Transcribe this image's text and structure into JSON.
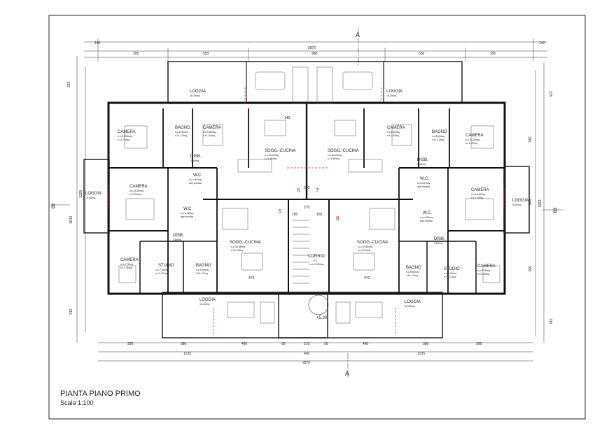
{
  "drawing": {
    "title": "PIANTA PIANO PRIMO",
    "scale": "Scala 1:100",
    "section_markers": {
      "a_top": "A",
      "a_bottom": "A",
      "b_left": "B",
      "b_right": "B"
    },
    "level_mark": "+5.30"
  },
  "dimensions": {
    "top_total": "2870",
    "top_left": "140",
    "top_right": "140",
    "top_seg_395_l": "395",
    "top_seg_550_l": "550",
    "top_seg_980": "980",
    "top_seg_550_r": "550",
    "top_seg_395_r": "395",
    "bot_395_l": "395",
    "bot_380_l": "380",
    "bot_460_l": "460",
    "bot_95_l": "95",
    "bot_210": "210",
    "bot_95_r": "95",
    "bot_460_r": "460",
    "bot_380_r": "380",
    "bot_395_r": "395",
    "bot_1235_l": "1235",
    "bot_400": "400",
    "bot_1235_r": "1235",
    "bot_total": "2870",
    "left_315_top": "315",
    "left_1325": "1325",
    "left_1640": "1640",
    "left_315_bot": "315",
    "right_315_top": "315",
    "right_390_top": "390",
    "right_545": "545",
    "right_1325": "1325",
    "right_390_bot": "390",
    "right_315_bot": "315",
    "inner_140": "140",
    "inner_270_top": "270",
    "inner_270": "270",
    "inner_150_l": "150",
    "inner_150_r": "150",
    "inner_470_l": "470",
    "inner_470_r": "470"
  },
  "rooms": [
    {
      "id": "loggia-top-left",
      "name": "LOGGIA",
      "area": "18.35mq."
    },
    {
      "id": "loggia-top-right",
      "name": "LOGGIA",
      "area": "18.35mq."
    },
    {
      "id": "camera-1",
      "name": "CAMERA",
      "area": "s.u.14.26mq.",
      "light": "s.f.1.76mq."
    },
    {
      "id": "bagno-1",
      "name": "BAGNO",
      "area": "s.u.5.40mq.",
      "light": "s.f.1.12mq."
    },
    {
      "id": "camera-2",
      "name": "CAMERA",
      "area": "s.u.9.80mq.",
      "light": "s.f.1.92mq."
    },
    {
      "id": "sogg-cucina-1",
      "name": "SOGG.-CUCINA",
      "area": "s.u.33.20mq.",
      "light": "s.f.4.80mq."
    },
    {
      "id": "sogg-cucina-2",
      "name": "SOGG.-CUCINA",
      "area": "s.u.33.20mq.",
      "light": "s.f.4.80mq."
    },
    {
      "id": "camera-3",
      "name": "CAMERA",
      "area": "s.u.9.80mq.",
      "light": "s.f.1.92mq."
    },
    {
      "id": "bagno-2",
      "name": "BAGNO",
      "area": "s.u.5.40mq.",
      "light": "s.f.1.12mq."
    },
    {
      "id": "camera-4",
      "name": "CAMERA",
      "area": "s.u.14.26mq.",
      "light": "s.f.1.76mq."
    },
    {
      "id": "disb-1",
      "name": "DISB.",
      "area": "2.30mq."
    },
    {
      "id": "wc-1",
      "name": "W.C.",
      "area": "s.u.4.87mq.",
      "light": "asp.forzata"
    },
    {
      "id": "disb-2",
      "name": "DISB.",
      "area": "2.30mq."
    },
    {
      "id": "wc-2",
      "name": "W.C.",
      "area": "s.u.4.87mq.",
      "light": "asp.forzata"
    },
    {
      "id": "camera-5",
      "name": "CAMERA",
      "area": "s.u.16.80mq.",
      "light": "s.f.2.04mq."
    },
    {
      "id": "loggia-left",
      "name": "LOGGIA",
      "area": "5.82mq."
    },
    {
      "id": "wc-3",
      "name": "W.C.",
      "area": "s.u.4.35mq.",
      "light": "asp.forzata"
    },
    {
      "id": "disb-3",
      "name": "DISB.",
      "area": "3.80mq."
    },
    {
      "id": "sogg-cucina-3",
      "name": "SOGG.-CUCINA",
      "area": "s.u.30.86mq.",
      "light": "s.f.5.76mq."
    },
    {
      "id": "corrid",
      "name": "CORRID.",
      "area": "P.T.",
      "light": "s.u.14.90mq."
    },
    {
      "id": "sogg-cucina-4",
      "name": "SOGG.-CUCINA",
      "area": "s.u.30.86mq.",
      "light": "s.f.5.76mq."
    },
    {
      "id": "wc-4",
      "name": "W.C.",
      "area": "s.u.4.35mq.",
      "light": "asp.forzata"
    },
    {
      "id": "disb-4",
      "name": "DISB.",
      "area": "3.80mq."
    },
    {
      "id": "camera-6",
      "name": "CAMERA",
      "area": "s.u.16.80mq.",
      "light": "s.f.2.04mq."
    },
    {
      "id": "loggia-right",
      "name": "LOGGIA",
      "area": "5.82mq."
    },
    {
      "id": "camera-7",
      "name": "CAMERA",
      "area": "s.u.9.76mq.",
      "light": "s.f.1.26mq."
    },
    {
      "id": "studio-1",
      "name": "STUDIO",
      "area": "s.u.7.40mq.",
      "light": "s.f.1.12mq."
    },
    {
      "id": "bagno-3",
      "name": "BAGNO",
      "area": "s.u.5.60mq.",
      "light": "s.f.1.12mq."
    },
    {
      "id": "bagno-4",
      "name": "BAGNO",
      "area": "s.u.5.60mq.",
      "light": "s.f.1.12mq."
    },
    {
      "id": "studio-2",
      "name": "STUDIO",
      "area": "s.u.7.40mq.",
      "light": "s.f.1.12mq."
    },
    {
      "id": "camera-8",
      "name": "CAMERA",
      "area": "s.u.9.76mq.",
      "light": "s.f.1.26mq."
    },
    {
      "id": "loggia-bottom-left",
      "name": "LOGGIA",
      "area": "16.16mq."
    },
    {
      "id": "loggia-bottom-right",
      "name": "LOGGIA",
      "area": "16.16mq."
    }
  ],
  "markers": {
    "m5": "5",
    "m6": "6",
    "m7": "7",
    "m8": "8"
  }
}
